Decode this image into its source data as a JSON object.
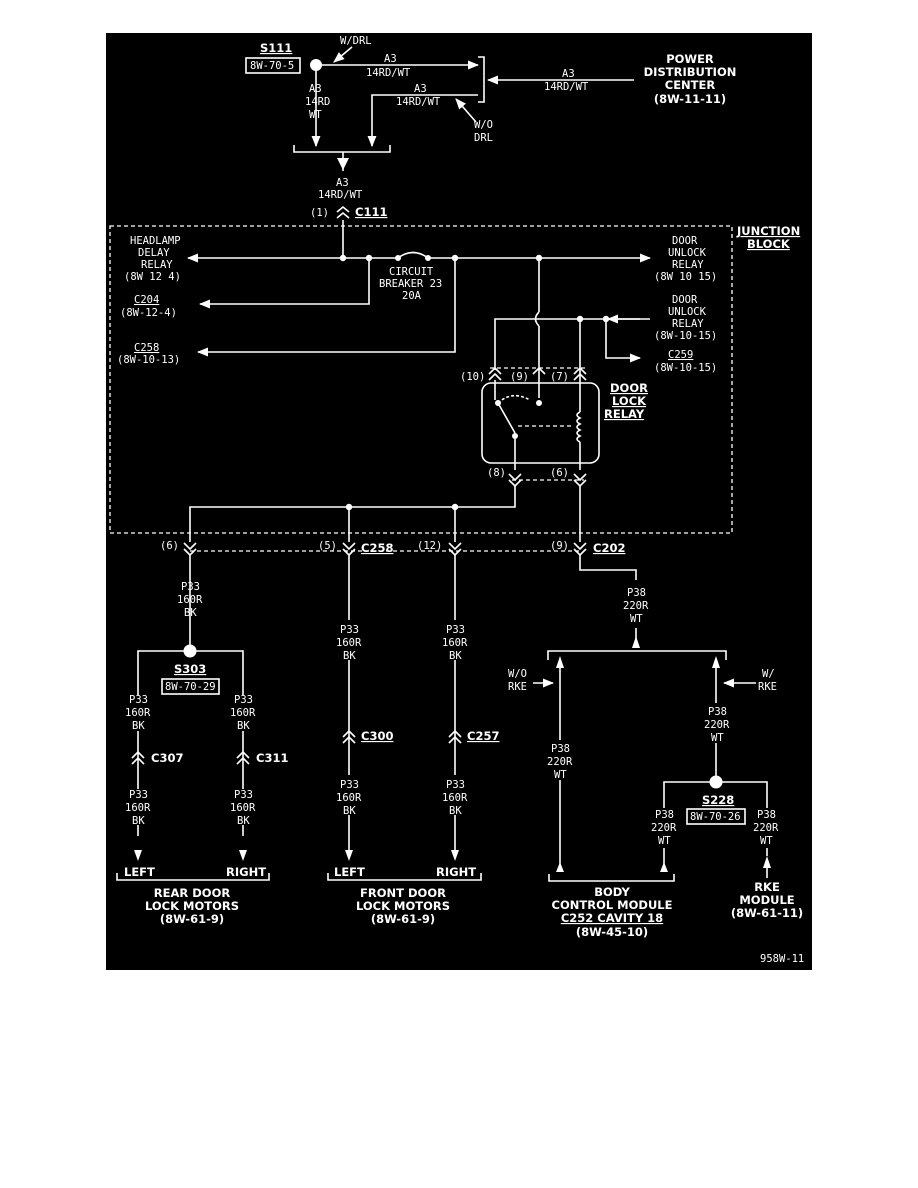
{
  "colors": {
    "background": "#000000",
    "wire": "#ffffff",
    "page": "#ffffff"
  },
  "figure_id": "958W-11",
  "splice_s111": {
    "name": "S111",
    "ref": "8W-70-5"
  },
  "wdrl": "W/DRL",
  "wodrl": [
    "W/O",
    "DRL"
  ],
  "circuit_a3": [
    "A3",
    "14RD/WT"
  ],
  "circuit_a3_3line": [
    "A3",
    "14RD",
    "WT"
  ],
  "pdc": [
    "POWER",
    "DISTRIBUTION",
    "CENTER",
    "(8W-11-11)"
  ],
  "c111": {
    "cavity": "(1)",
    "name": "C111"
  },
  "junction_block": [
    "JUNCTION",
    "BLOCK"
  ],
  "headlamp_relay": [
    "HEADLAMP",
    "DELAY",
    "RELAY",
    "(8W 12 4)"
  ],
  "breaker": [
    "CIRCUIT",
    "BREAKER 23",
    "20A"
  ],
  "unlock_relay_1": [
    "DOOR",
    "UNLOCK",
    "RELAY",
    "(8W 10 15)"
  ],
  "unlock_relay_2": [
    "DOOR",
    "UNLOCK",
    "RELAY",
    "(8W-10-15)"
  ],
  "c204": {
    "name": "C204",
    "ref": "(8W-12-4)"
  },
  "c258_top": {
    "name": "C258",
    "ref": "(8W-10-13)"
  },
  "c259": {
    "name": "C259",
    "ref": "(8W-10-15)"
  },
  "relay_cavities": [
    "(10)",
    "(9)",
    "(7)",
    "(8)",
    "(6)"
  ],
  "door_lock_relay": [
    "DOOR",
    "LOCK",
    "RELAY"
  ],
  "bottom_conn": {
    "c6": "(6)",
    "c5": "(5)",
    "c258": "C258",
    "c12": "(12)",
    "c9": "(9)",
    "c202": "C202"
  },
  "p33": [
    "P33",
    "160R",
    "BK"
  ],
  "p38": [
    "P38",
    "220R",
    "WT"
  ],
  "s303": {
    "name": "S303",
    "ref": "8W-70-29"
  },
  "s228": {
    "name": "S228",
    "ref": "8W-70-26"
  },
  "c307": "C307",
  "c311": "C311",
  "c300": "C300",
  "c257": "C257",
  "worke": [
    "W/O",
    "RKE"
  ],
  "wrke": [
    "W/",
    "RKE"
  ],
  "left": "LEFT",
  "right": "RIGHT",
  "rear_motors": [
    "REAR DOOR",
    "LOCK MOTORS",
    "(8W-61-9)"
  ],
  "front_motors": [
    "FRONT DOOR",
    "LOCK MOTORS",
    "(8W-61-9)"
  ],
  "bcm": [
    "BODY",
    "CONTROL MODULE",
    "C252 CAVITY 18",
    "(8W-45-10)"
  ],
  "rke_module": [
    "RKE",
    "MODULE",
    "(8W-61-11)"
  ]
}
